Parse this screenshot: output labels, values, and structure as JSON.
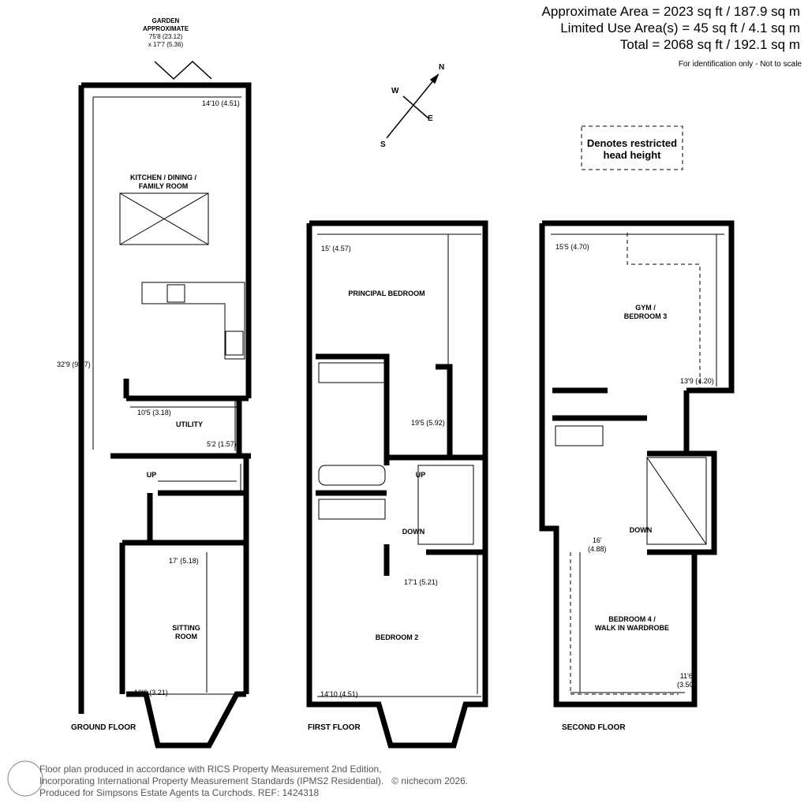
{
  "areas": {
    "approximate": "Approximate Area = 2023 sq ft / 187.9 sq m",
    "limited": "Limited Use Area(s) = 45 sq ft / 4.1 sq m",
    "total": "Total = 2068 sq ft / 192.1 sq m",
    "note": "For identification only - Not to scale"
  },
  "compass": {
    "n": "N",
    "s": "S",
    "e": "E",
    "w": "W"
  },
  "legend": {
    "restricted_line1": "Denotes restricted",
    "restricted_line2": "head height"
  },
  "garden": {
    "line1": "GARDEN",
    "line2": "APPROXIMATE",
    "line3": "75'8 (23.12)",
    "line4": "x 17'7 (5.36)"
  },
  "ground_floor": {
    "title": "GROUND FLOOR",
    "kitchen": {
      "line1": "KITCHEN / DINING /",
      "line2": "FAMILY ROOM",
      "width": "14'10 (4.51)",
      "length": "32'9 (9.97)"
    },
    "utility": {
      "name": "UTILITY",
      "width": "10'5 (3.18)",
      "depth": "5'2 (1.57)"
    },
    "up": "UP",
    "sitting": {
      "line1": "SITTING",
      "line2": "ROOM",
      "length": "17' (5.18)",
      "width": "10'6 (3.21)"
    }
  },
  "first_floor": {
    "title": "FIRST FLOOR",
    "principal": {
      "name": "PRINCIPAL BEDROOM",
      "width": "15' (4.57)",
      "length": "19'5 (5.92)"
    },
    "up": "UP",
    "down": "DOWN",
    "bedroom2": {
      "name": "BEDROOM 2",
      "length": "17'1 (5.21)",
      "width": "14'10 (4.51)"
    }
  },
  "second_floor": {
    "title": "SECOND FLOOR",
    "gym": {
      "line1": "GYM /",
      "line2": "BEDROOM 3",
      "width": "15'5 (4.70)",
      "length": "13'9 (4.20)"
    },
    "down": "DOWN",
    "bedroom4": {
      "line1": "BEDROOM 4 /",
      "line2": "WALK IN WARDROBE",
      "length1": "16'",
      "length2": "(4.88)",
      "width1": "11'6",
      "width2": "(3.50)"
    }
  },
  "footer": {
    "line1": "Floor plan produced in accordance with RICS Property Measurement 2nd Edition,",
    "line2": "Incorporating International Property Measurement Standards (IPMS2 Residential).",
    "copyright": "© nichecom 2026.",
    "line3": "Produced for Simpsons Estate Agents ta Curchods.   REF: 1424318"
  }
}
